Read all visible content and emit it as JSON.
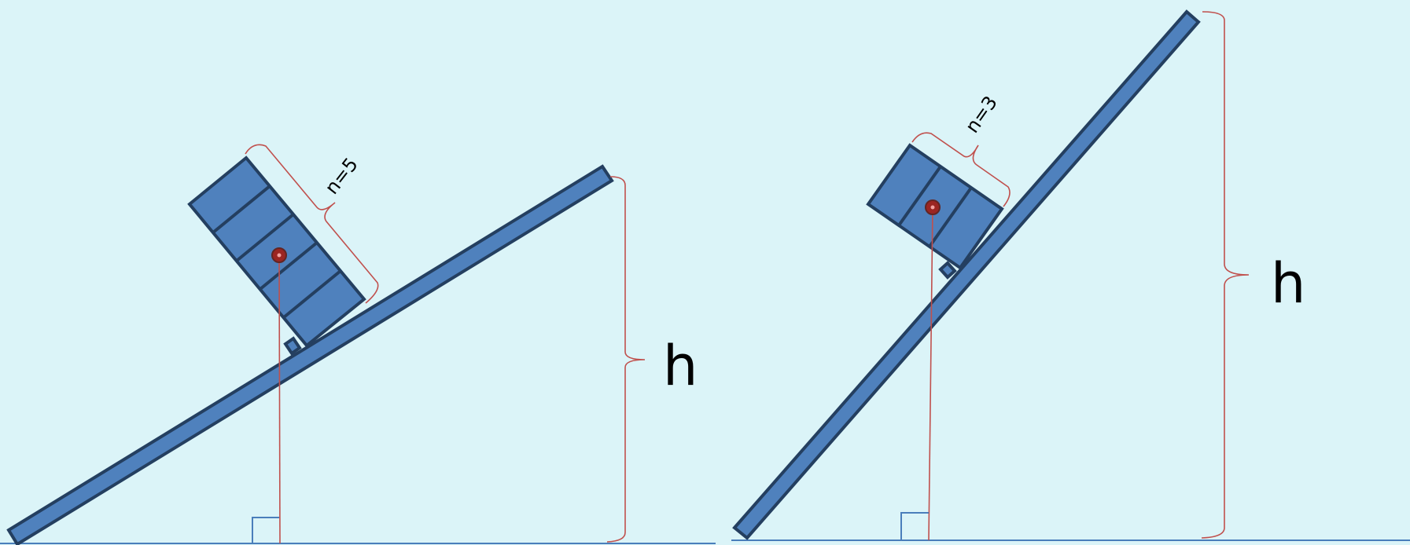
{
  "figure": {
    "background": "#dbf4f8",
    "colors": {
      "beam_fill": "#4f81bd",
      "beam_stroke": "#243f60",
      "guide_line": "#c0504d",
      "ground": "#4a7ebb"
    },
    "left_panel": {
      "height_label": "h",
      "count_label": "n=5",
      "block_segments": 5
    },
    "right_panel": {
      "height_label": "h",
      "count_label": "n=3",
      "block_segments": 3
    }
  }
}
